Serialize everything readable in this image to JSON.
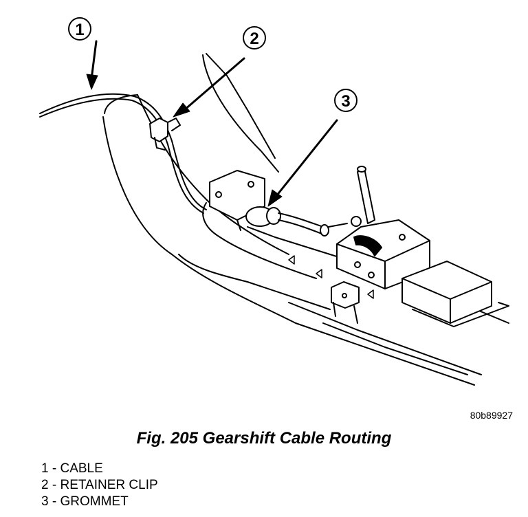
{
  "figure": {
    "id_code": "80b89927",
    "caption": "Fig. 205 Gearshift Cable Routing"
  },
  "callouts": [
    "1",
    "2",
    "3"
  ],
  "legend": [
    {
      "num": "1",
      "sep": " - ",
      "label": "CABLE"
    },
    {
      "num": "2",
      "sep": " - ",
      "label": "RETAINER CLIP"
    },
    {
      "num": "3",
      "sep": " - ",
      "label": "GROMMET"
    }
  ]
}
